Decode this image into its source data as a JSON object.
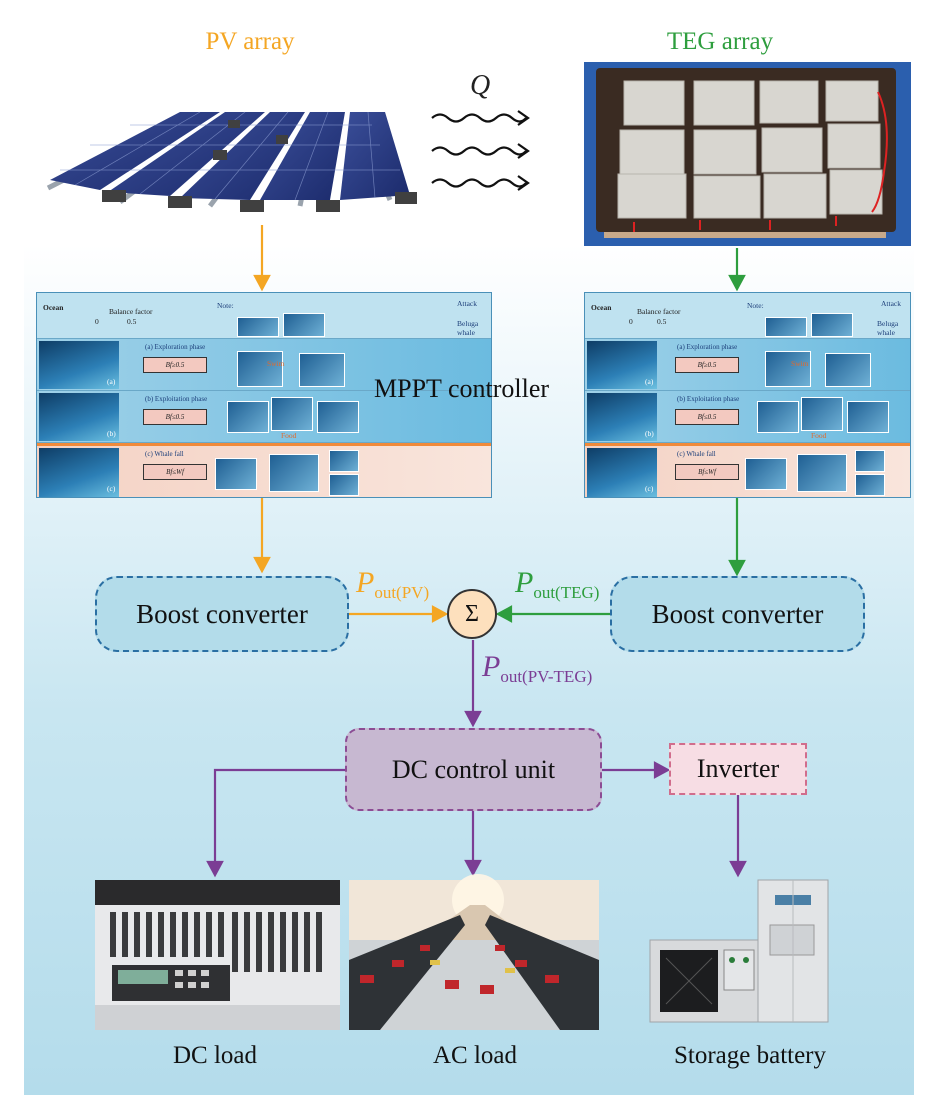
{
  "titles": {
    "pv": "PV array",
    "teg": "TEG array",
    "heat": "Q"
  },
  "mppt": {
    "label": "MPPT controller",
    "ocean": "Ocean",
    "balance_factor": "Balance factor",
    "scale_0": "0",
    "scale_05": "0.5",
    "note": "Note:",
    "attack": "Attack",
    "beluga": "Beluga whale",
    "phase_a": "(a) Exploration phase",
    "phase_b": "(b) Exploitation phase",
    "phase_c": "(c) Whale fall",
    "cond_a": "Bf≥0.5",
    "cond_b": "Bf≤0.5",
    "cond_c": "Bf≤Wf",
    "swim": "Swim",
    "food": "Food",
    "tag_a": "(a)",
    "tag_b": "(b)",
    "tag_c": "(c)"
  },
  "converters": {
    "left": "Boost converter",
    "right": "Boost converter"
  },
  "powers": {
    "pv": {
      "p": "P",
      "sub": "out(PV)"
    },
    "teg": {
      "p": "P",
      "sub": "out(TEG)"
    },
    "combined": {
      "p": "P",
      "sub": "out(PV-TEG)"
    }
  },
  "sum_symbol": "Σ",
  "dc_unit": "DC control unit",
  "inverter": "Inverter",
  "loads": {
    "dc": "DC load",
    "ac": "AC load",
    "battery": "Storage battery"
  },
  "colors": {
    "pv": "#f4a623",
    "teg": "#2e9e3e",
    "purple": "#7b3d94"
  }
}
